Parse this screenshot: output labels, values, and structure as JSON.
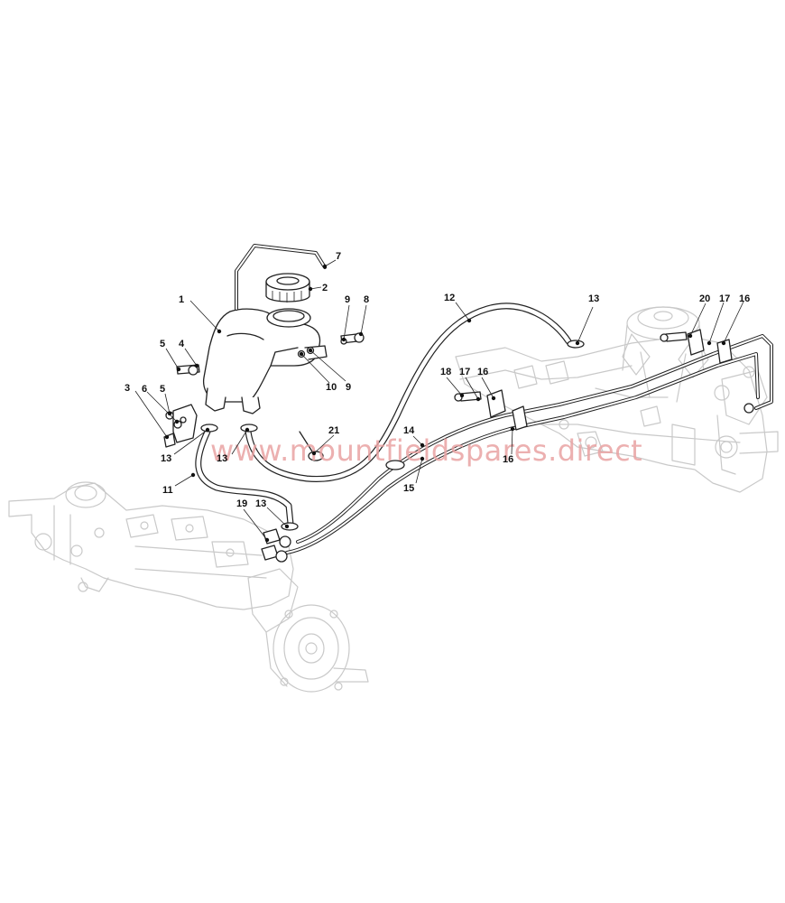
{
  "watermark": "www.mountfieldspares.direct",
  "callouts": [
    "1",
    "2",
    "3",
    "4",
    "5",
    "5",
    "6",
    "7",
    "8",
    "9",
    "9",
    "10",
    "11",
    "12",
    "13",
    "13",
    "13",
    "13",
    "14",
    "15",
    "16",
    "16",
    "16",
    "17",
    "17",
    "18",
    "19",
    "20",
    "21"
  ]
}
